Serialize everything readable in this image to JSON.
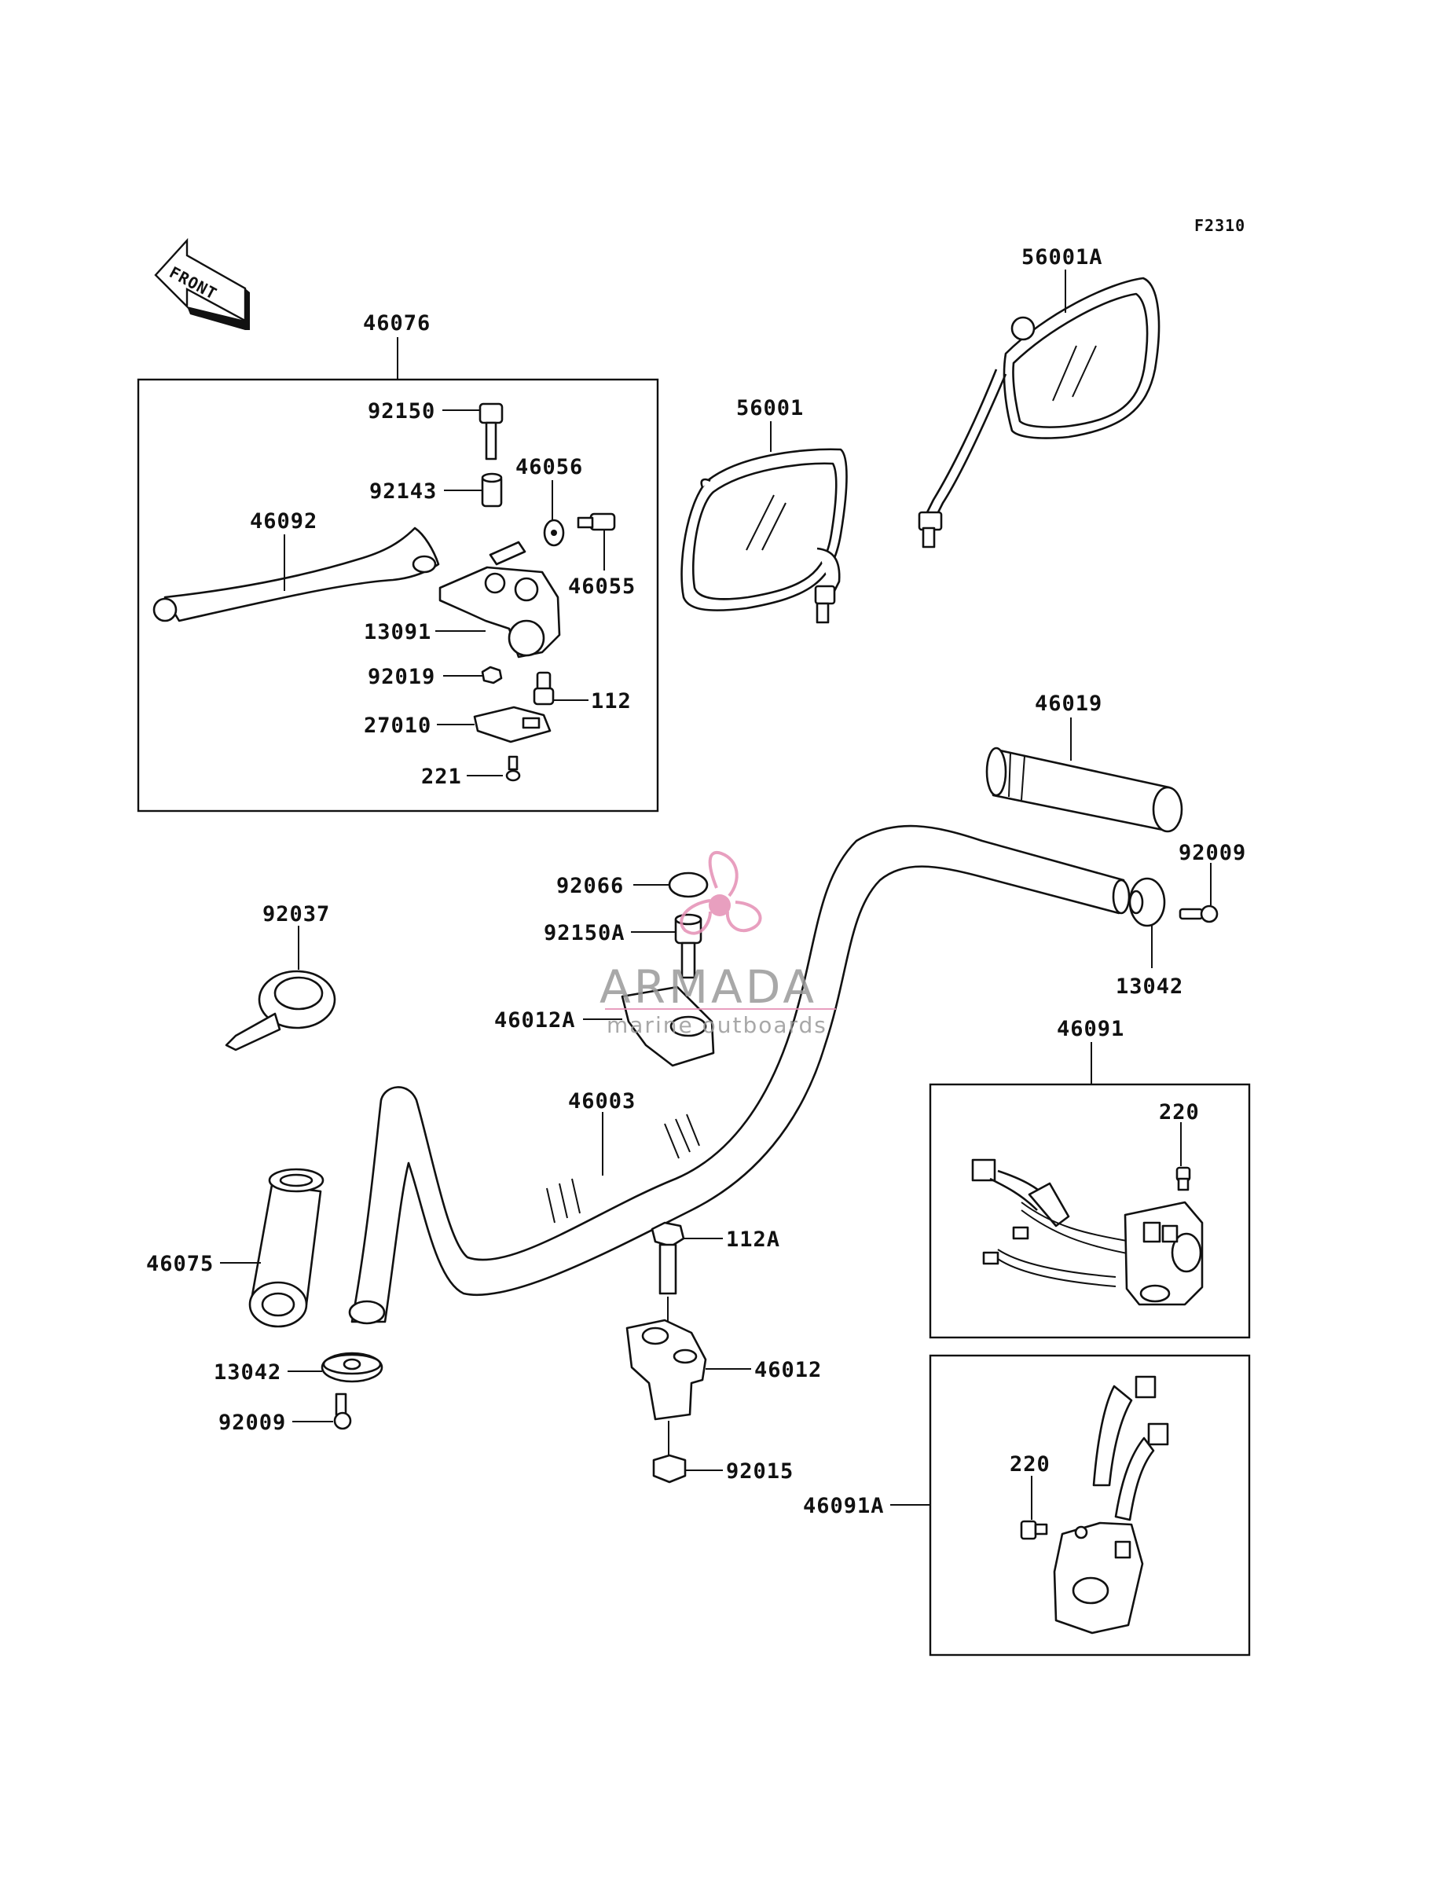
{
  "figure": {
    "code": "F2310",
    "front_label": "FRONT"
  },
  "watermark": {
    "brand": "ARMADA",
    "tagline": "marine outboards",
    "logo_color": "#e58fb4",
    "text_color": "#8f8f8f"
  },
  "labels": {
    "l46076": "46076",
    "l92150": "92150",
    "l92143": "92143",
    "l46056": "46056",
    "l46092": "46092",
    "l46055": "46055",
    "l13091": "13091",
    "l92019": "92019",
    "l112": "112",
    "l27010": "27010",
    "l221": "221",
    "l56001": "56001",
    "l56001A": "56001A",
    "l46019": "46019",
    "l92009_r": "92009",
    "l13042_r": "13042",
    "l92066": "92066",
    "l92150A": "92150A",
    "l92037": "92037",
    "l46012A": "46012A",
    "l46003": "46003",
    "l46091": "46091",
    "l220_a": "220",
    "l46075": "46075",
    "l112A": "112A",
    "l13042_l": "13042",
    "l46012": "46012",
    "l92009_l": "92009",
    "l92015": "92015",
    "l220_b": "220",
    "l46091A": "46091A"
  }
}
